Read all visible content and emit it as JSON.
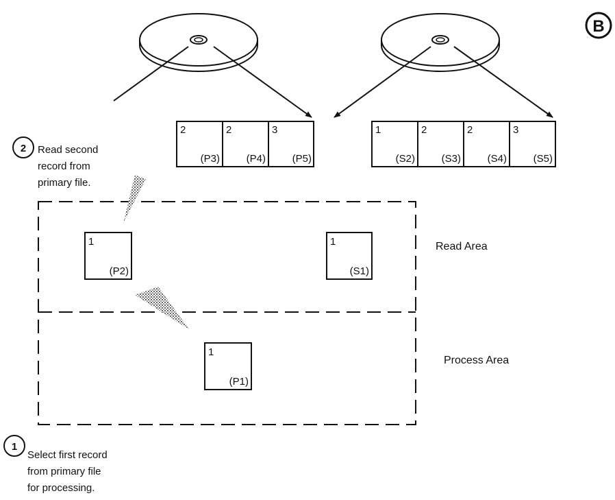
{
  "badge": "B",
  "area_labels": {
    "read": "Read Area",
    "process": "Process Area"
  },
  "steps": [
    {
      "number": "1",
      "lines": [
        "Select first record",
        "from primary file",
        "for processing."
      ]
    },
    {
      "number": "2",
      "lines": [
        "Read second",
        "record from",
        "primary file."
      ]
    }
  ],
  "primary_queue": [
    {
      "num": "2",
      "label": "(P3)"
    },
    {
      "num": "2",
      "label": "(P4)"
    },
    {
      "num": "3",
      "label": "(P5)"
    }
  ],
  "secondary_queue": [
    {
      "num": "1",
      "label": "(S2)"
    },
    {
      "num": "2",
      "label": "(S3)"
    },
    {
      "num": "2",
      "label": "(S4)"
    },
    {
      "num": "3",
      "label": "(S5)"
    }
  ],
  "read_area_records": [
    {
      "num": "1",
      "label": "(P2)"
    },
    {
      "num": "1",
      "label": "(S1)"
    }
  ],
  "process_area_record": {
    "num": "1",
    "label": "(P1)"
  }
}
